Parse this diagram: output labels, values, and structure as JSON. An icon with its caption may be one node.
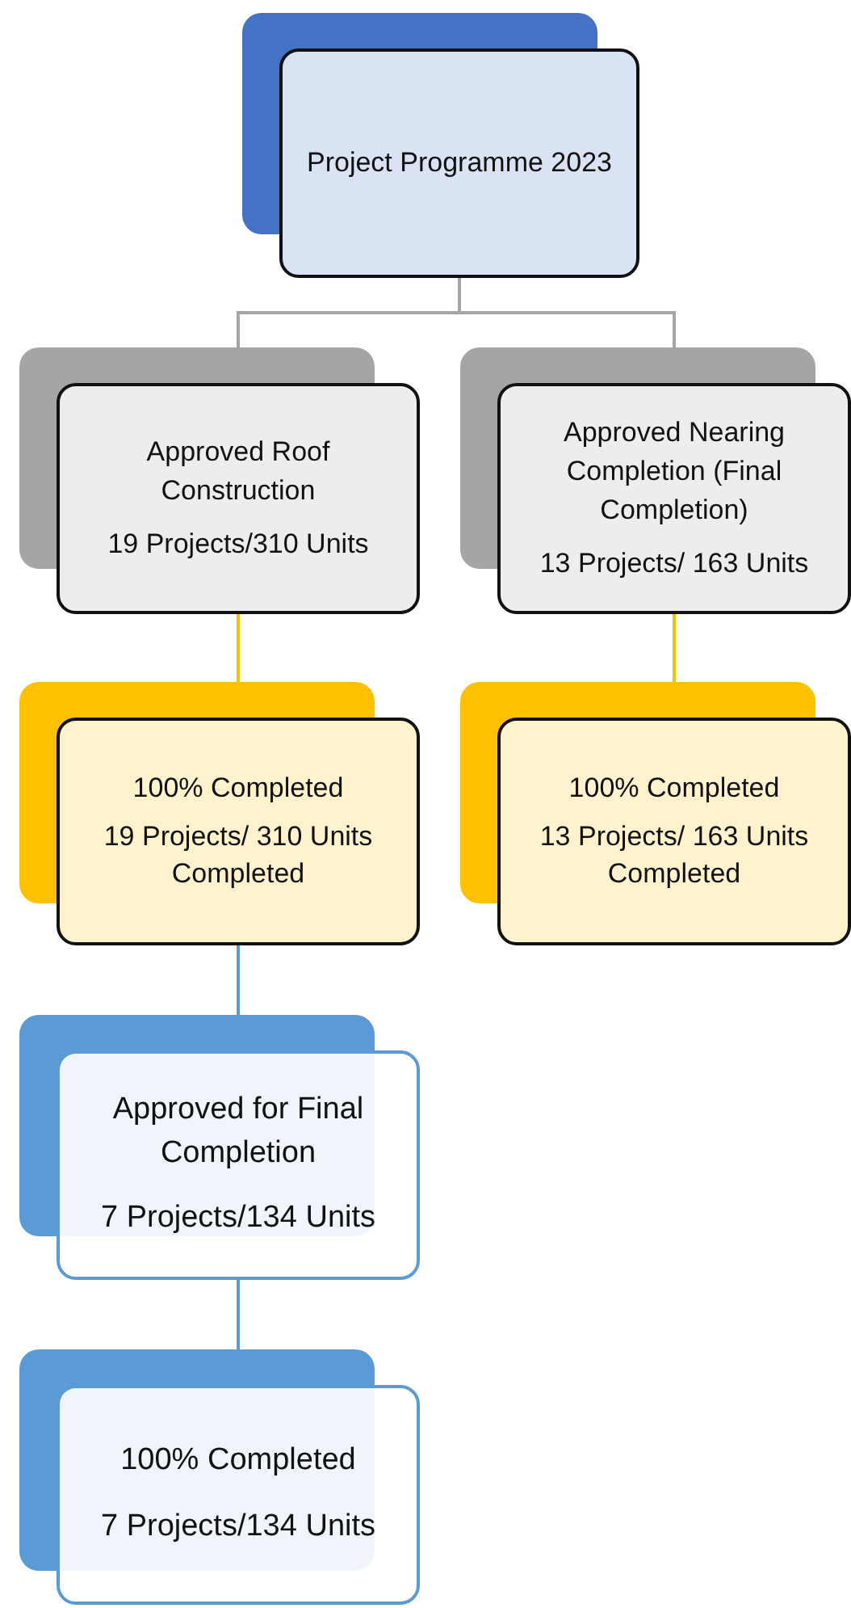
{
  "diagram": {
    "nodes": [
      {
        "text": [
          "Project Programme 2023"
        ]
      },
      {
        "text": [
          "Approved Roof Construction",
          "19 Projects/310 Units"
        ]
      },
      {
        "text": [
          "Approved Nearing Completion (Final Completion)",
          "13 Projects/ 163 Units"
        ]
      },
      {
        "text": [
          "100% Completed",
          "19 Projects/ 310 Units Completed"
        ]
      },
      {
        "text": [
          "100% Completed",
          "13 Projects/ 163 Units Completed"
        ]
      },
      {
        "text": [
          "Approved for Final Completion",
          "7 Projects/134 Units"
        ]
      },
      {
        "text": [
          "100% Completed",
          "7 Projects/134 Units"
        ]
      }
    ],
    "edges": [
      {
        "from": 0,
        "to": 1,
        "arrow": "none",
        "color": "#a5a5a5"
      },
      {
        "from": 0,
        "to": 2,
        "arrow": "none",
        "color": "#a5a5a5"
      },
      {
        "from": 1,
        "to": 3,
        "arrow": "none",
        "color": "#ffc000"
      },
      {
        "from": 2,
        "to": 4,
        "arrow": "none",
        "color": "#ffc000"
      },
      {
        "from": 3,
        "to": 5,
        "arrow": "none",
        "color": "#5b9bd5"
      },
      {
        "from": 5,
        "to": 6,
        "arrow": "none",
        "color": "#5b9bd5"
      }
    ]
  }
}
